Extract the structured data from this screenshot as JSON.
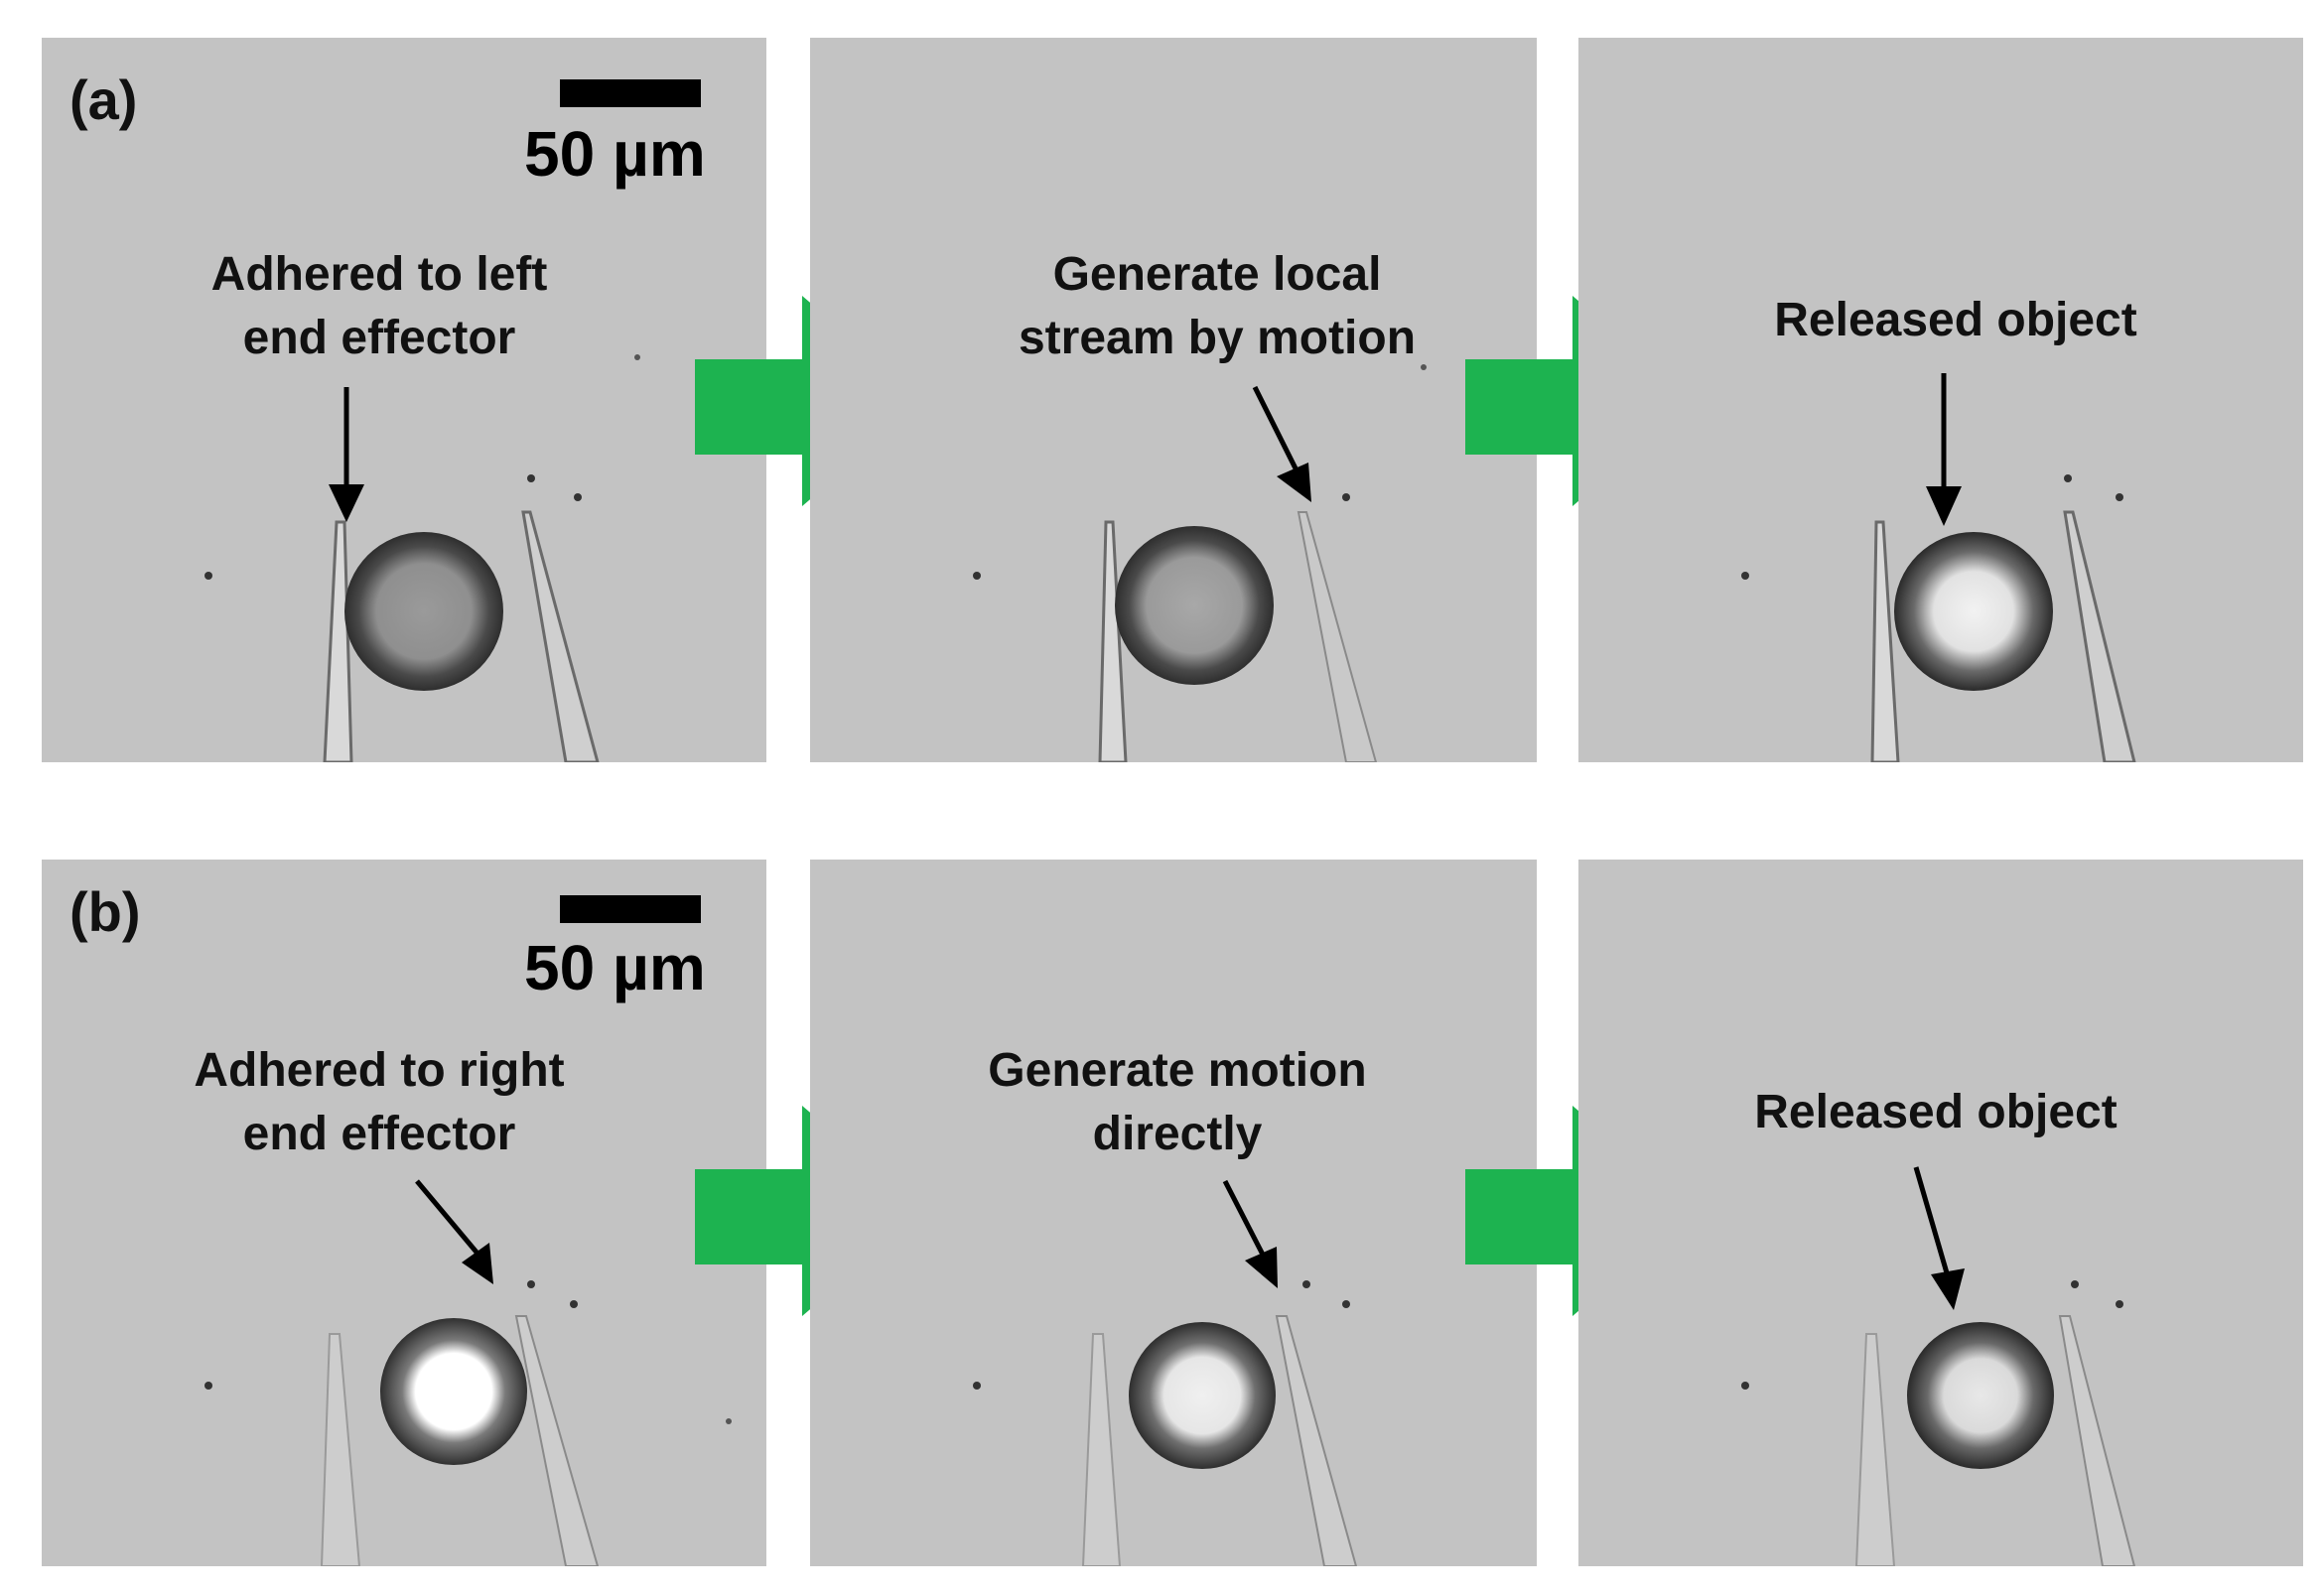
{
  "figure": {
    "colors": {
      "background": "#c3c3c3",
      "transition_arrow": "#1db350",
      "annotation": "#111111"
    },
    "rows": [
      {
        "panel_label": "(a)",
        "scale_bar_text": "50 µm",
        "frames": [
          {
            "annotation": [
              "Adhered to left",
              "end effector"
            ]
          },
          {
            "annotation": [
              "Generate local",
              "stream by motion"
            ]
          },
          {
            "annotation": [
              "Released object"
            ]
          }
        ]
      },
      {
        "panel_label": "(b)",
        "scale_bar_text": "50 µm",
        "frames": [
          {
            "annotation": [
              "Adhered to right",
              "end effector"
            ]
          },
          {
            "annotation": [
              "Generate motion",
              "directly"
            ]
          },
          {
            "annotation": [
              "Released object"
            ]
          }
        ]
      }
    ],
    "icons": {
      "transition": "right-arrow-icon",
      "pointer": "down-arrow-icon"
    }
  }
}
